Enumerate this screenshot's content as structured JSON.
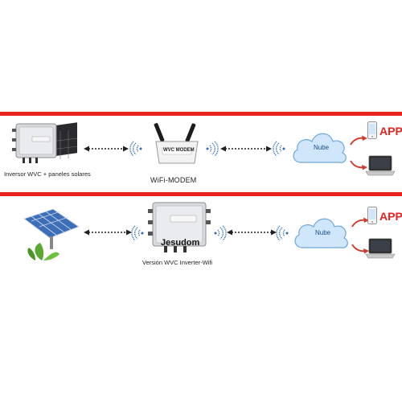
{
  "colors": {
    "accent_red": "#e8231f",
    "cloud_fill": "#cfe6fb",
    "cloud_stroke": "#6fa8dc",
    "app_red": "#e8231f",
    "arrow_red": "#d03a2b",
    "signal_blue": "#2e6db4"
  },
  "icons": {
    "inverter": "inverter-icon",
    "solar_panel": "solar-panel-icon",
    "modem": "wifi-modem-icon",
    "cloud": "cloud-icon",
    "phone": "smartphone-icon",
    "laptop": "laptop-icon",
    "wifi": "wifi-signal-icon",
    "arrow": "dotted-double-arrow-icon"
  },
  "row1": {
    "inverter_label": "Inversor WVC + paneles solares",
    "modem_label": "WiFi-MODEM",
    "modem_badge": "WVC MODEM",
    "cloud_label": "Nube",
    "app_label": "APP"
  },
  "row2": {
    "inverter_label": "Versión WVC Inverter-Wifi",
    "watermark": "Jesudom",
    "cloud_label": "Nube",
    "app_label": "APP"
  }
}
